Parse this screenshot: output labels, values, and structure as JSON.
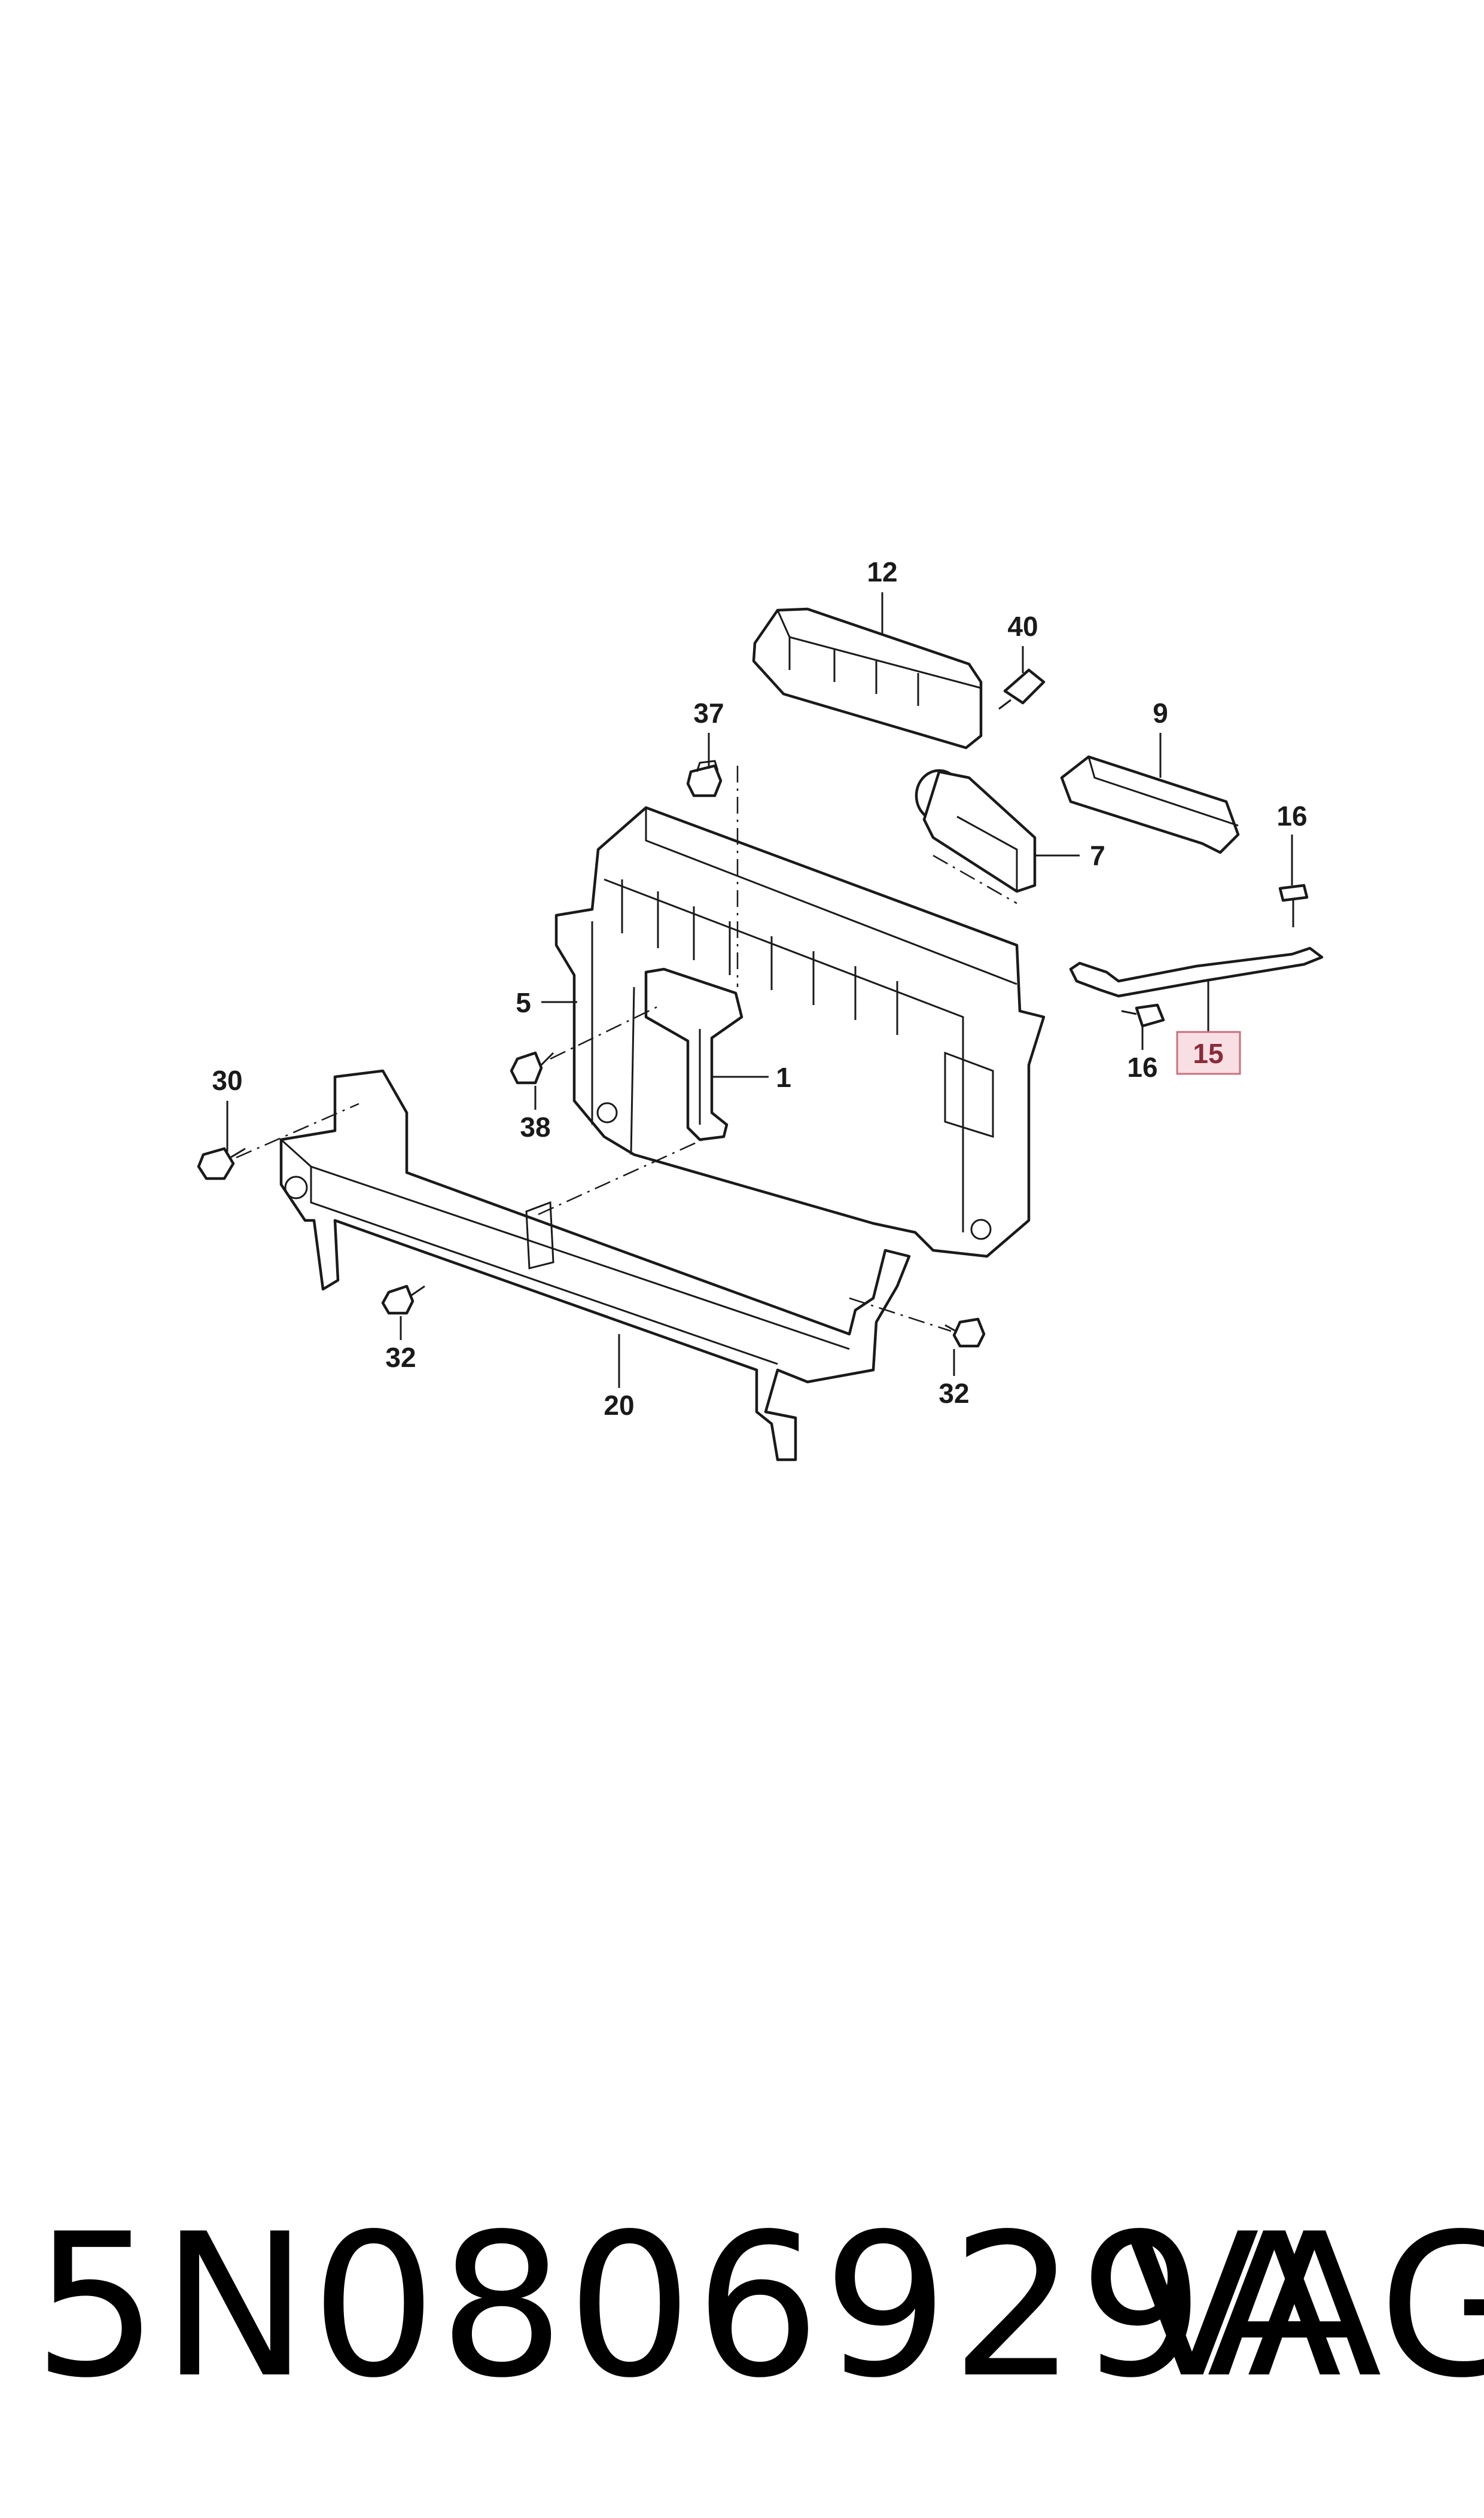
{
  "callouts": {
    "c12": "12",
    "c40": "40",
    "c37": "37",
    "c9": "9",
    "c16a": "16",
    "c7": "7",
    "c5": "5",
    "c1": "1",
    "c16b": "16",
    "c15": "15",
    "c30": "30",
    "c38": "38",
    "c32a": "32",
    "c20": "20",
    "c32b": "32"
  },
  "colors": {
    "line": "#1a1a1a",
    "highlight_box": "#f8dfe3",
    "highlight_border": "#c8707e",
    "highlight_text": "#8a2a3a"
  },
  "footer": {
    "part_number": "5N0806929A",
    "brand": "VAG"
  }
}
